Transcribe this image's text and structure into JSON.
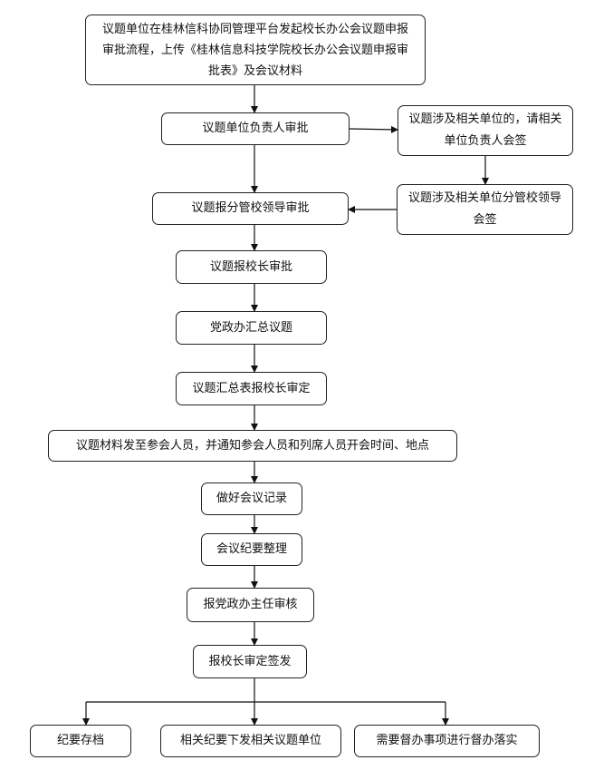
{
  "nodes": {
    "start": "议题单位在桂林信科协同管理平台发起校长办公会议题申报审批流程，上传《桂林信息科技学院校长办公会议题申报审批表》及会议材料",
    "dept_head": "议题单位负责人审批",
    "related_sign": "议题涉及相关单位的，请相关单位负责人会签",
    "vice_leader": "议题报分管校领导审批",
    "related_leader_sign": "议题涉及相关单位分管校领导会签",
    "president": "议题报校长审批",
    "summary": "党政办汇总议题",
    "summary_review": "议题汇总表报校长审定",
    "notify": "议题材料发至参会人员，并通知参会人员和列席人员开会时间、地点",
    "record": "做好会议记录",
    "minutes": "会议纪要整理",
    "director_review": "报党政办主任审核",
    "president_sign": "报校长审定签发",
    "archive": "纪要存档",
    "distribute": "相关纪要下发相关议题单位",
    "supervise": "需要督办事项进行督办落实"
  }
}
